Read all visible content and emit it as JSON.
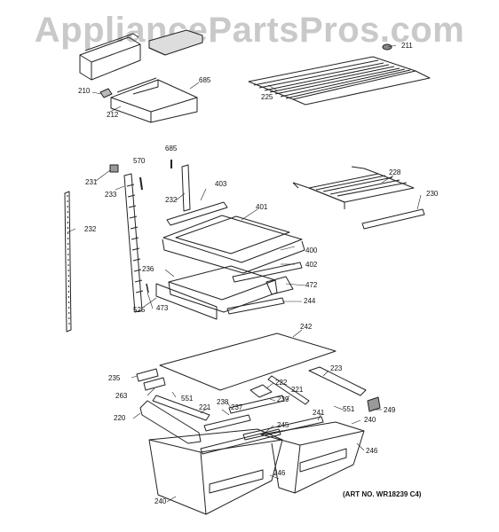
{
  "watermark": "AppliancePartsPros.com",
  "art_number": "(ART NO. WR18239 C4)",
  "labels": {
    "l211": "211",
    "l685a": "685",
    "l210": "210",
    "l212": "212",
    "l225": "225",
    "l685b": "685",
    "l570": "570",
    "l231": "231",
    "l233": "233",
    "l232a": "232",
    "l403": "403",
    "l228": "228",
    "l230": "230",
    "l232b": "232",
    "l401": "401",
    "l400": "400",
    "l402": "402",
    "l236": "236",
    "l472": "472",
    "l473": "473",
    "l525": "525",
    "l244": "244",
    "l242": "242",
    "l223": "223",
    "l235": "235",
    "l222": "222",
    "l263": "263",
    "l221a": "221",
    "l551a": "551",
    "l239": "239",
    "l238": "238",
    "l221b": "221",
    "l237": "237",
    "l551b": "551",
    "l249": "249",
    "l220": "220",
    "l241": "241",
    "l240a": "240",
    "l245": "245",
    "l246a": "246",
    "l246b": "246",
    "l240b": "240"
  }
}
